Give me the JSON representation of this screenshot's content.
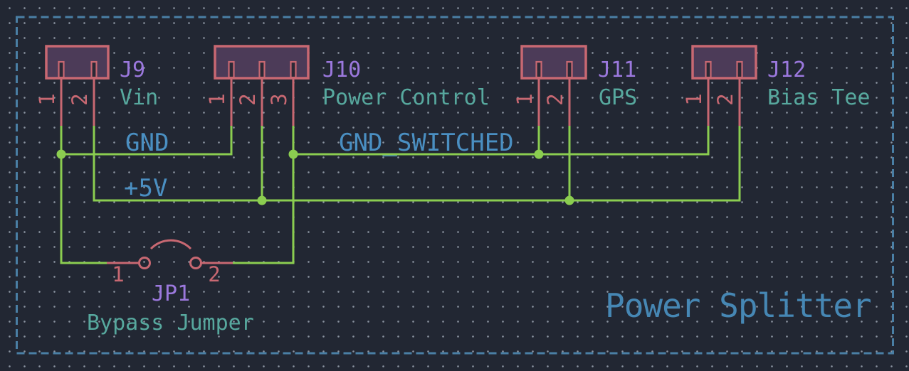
{
  "sheet": {
    "title": "Power Splitter"
  },
  "nets": [
    "GND",
    "GND_SWITCHED",
    "+5V"
  ],
  "components": [
    {
      "ref": "J9",
      "value": "Vin",
      "pins": [
        "1",
        "2"
      ]
    },
    {
      "ref": "J10",
      "value": "Power Control",
      "pins": [
        "1",
        "2",
        "3"
      ]
    },
    {
      "ref": "J11",
      "value": "GPS",
      "pins": [
        "1",
        "2"
      ]
    },
    {
      "ref": "J12",
      "value": "Bias Tee",
      "pins": [
        "1",
        "2"
      ]
    },
    {
      "ref": "JP1",
      "value": "Bypass Jumper",
      "pins": [
        "1",
        "2"
      ]
    }
  ],
  "colors": {
    "background": "#222733",
    "grid-dot": "#8a93a0",
    "wire": "#8bcd50",
    "pin": "#c86872",
    "symbol-fill": "#4c3b58",
    "notch-fill": "#2b2936",
    "reference": "#9b78dd",
    "value": "#57a89e",
    "net-label": "#4a8fc2",
    "title": "#4687b4",
    "border": "#4a7fa5"
  }
}
